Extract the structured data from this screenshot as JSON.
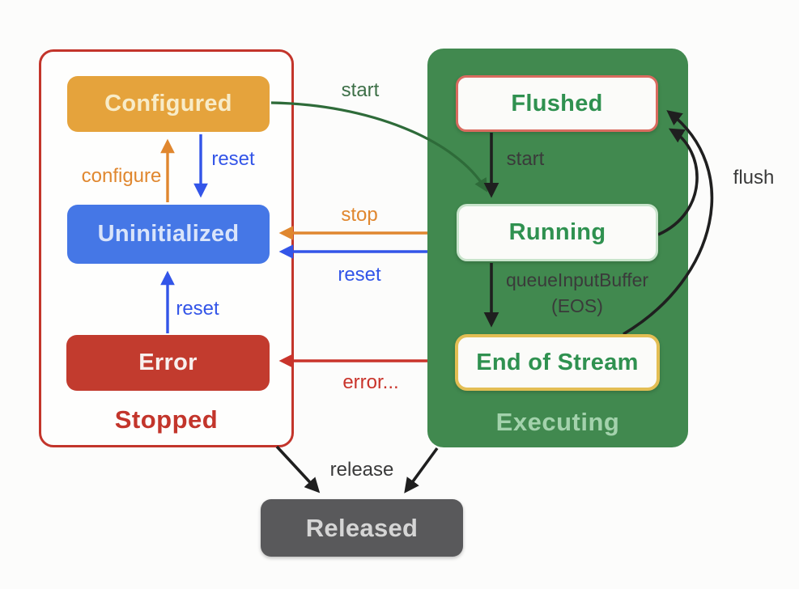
{
  "groups": {
    "stopped": {
      "label": "Stopped",
      "states": {
        "configured": "Configured",
        "uninitialized": "Uninitialized",
        "error": "Error"
      }
    },
    "executing": {
      "label": "Executing",
      "states": {
        "flushed": "Flushed",
        "running": "Running",
        "end_of_stream": "End of Stream"
      }
    },
    "released": {
      "label": "Released"
    }
  },
  "transitions": {
    "configure": "configure",
    "reset_configured_to_uninitialized": "reset",
    "start_configured_to_running": "start",
    "stop_executing_to_uninitialized": "stop",
    "reset_executing_to_uninitialized": "reset",
    "reset_error_to_uninitialized": "reset",
    "error_to_error_state": "error...",
    "start_flushed_to_running": "start",
    "queue_input_buffer_line1": "queueInputBuffer",
    "queue_input_buffer_line2": "(EOS)",
    "flush_to_flushed": "flush",
    "release_to_released": "release"
  },
  "colors": {
    "page_bg": "#fcfcfb",
    "stopped_border": "#c3352b",
    "stopped_label": "#c3352b",
    "executing_bg": "#41894f",
    "executing_label": "#a3d2ac",
    "orange_state": "#e5a33c",
    "orange_state_text": "#f8ecc8",
    "blue_state": "#4577e6",
    "blue_state_text": "#d9e4fa",
    "red_state": "#c23b2e",
    "red_state_text": "#f8f0ee",
    "state_green_text": "#2f9150",
    "flushed_border": "#d96b5f",
    "running_border": "#c9e4cc",
    "eos_border": "#e3be54",
    "released_bg": "#59595b",
    "released_text": "#d5d5d5",
    "arrow_orange": "#e0872f",
    "arrow_blue": "#3355e8",
    "arrow_red": "#c9342b",
    "arrow_green": "#2e6b39",
    "arrow_black": "#1f1f1f",
    "label_green": "#3e7048",
    "label_dark": "#3a3a3a"
  }
}
